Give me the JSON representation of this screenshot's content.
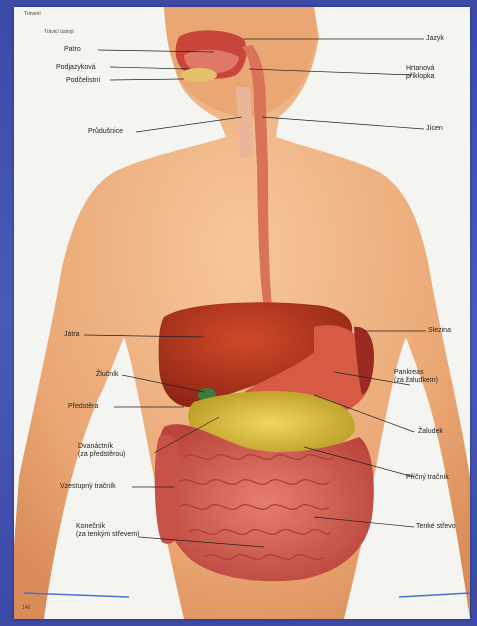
{
  "header": {
    "section": "Trávení",
    "subtitle": "Trávicí ústrojí"
  },
  "page_number": "146",
  "colors": {
    "skin": "#f1b484",
    "liver": "#b5341e",
    "intestine": "#d8645a",
    "pancreas": "#d9b93a",
    "page": "#f4f4f1",
    "frame": "#3c4aa6"
  },
  "labels": {
    "jazyk": "Jazyk",
    "patro": "Patro",
    "podjazykova": "Podjazyková",
    "podcelistni": "Podčelistní",
    "hrtanova": "Hrtanová\npříklopka",
    "prusvitnice": "Průdušnice",
    "jicen": "Jícen",
    "jatra": "Játra",
    "slezina": "Slezina",
    "zlucnik": "Žlučník",
    "pankreas": "Pankreas\n(za žaludkem)",
    "predstera": "Předstěra",
    "zaludek": "Žaludek",
    "dvanactnik": "Dvanáctník\n(za předstěrou)",
    "prictrnik": "Příčný tračník",
    "vzestupny": "Vzestupný tračník",
    "tenke": "Tenké střevo",
    "konecnik": "Konečník\n(za tenkým střevem)"
  }
}
